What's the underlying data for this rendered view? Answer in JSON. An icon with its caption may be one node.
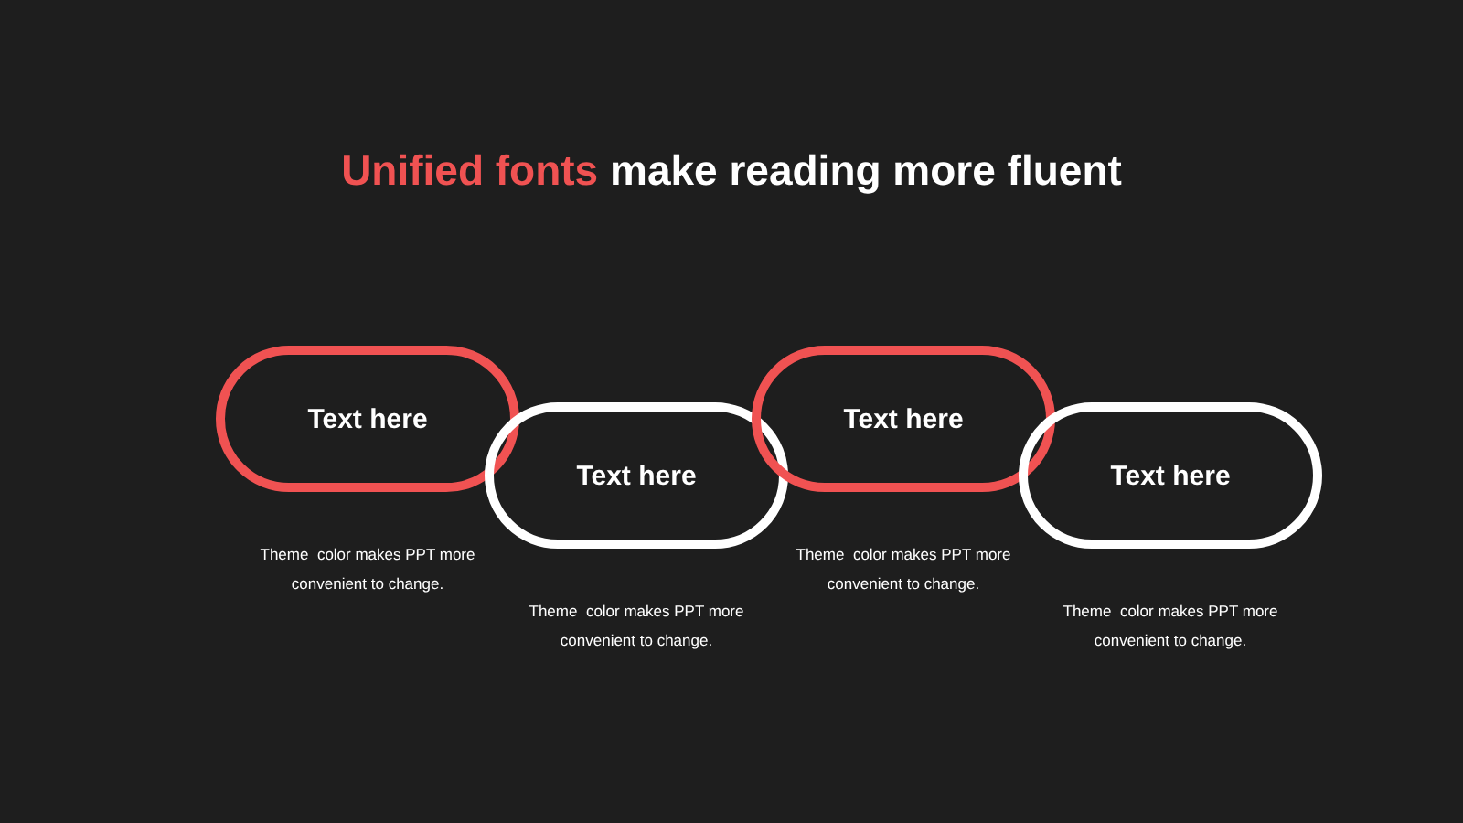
{
  "diagram": {
    "title": "**Unified fonts** make reading more fluent",
    "nodes": [
      {
        "text": [
          "Text here"
        ]
      },
      {
        "text": [
          "Text here"
        ]
      },
      {
        "text": [
          "Text here"
        ]
      },
      {
        "text": [
          "Text here"
        ]
      }
    ],
    "labels": [
      "Theme  color makes PPT more convenient to change.",
      "Theme  color makes PPT more convenient to change.",
      "Theme  color makes PPT more convenient to change.",
      "Theme  color makes PPT more convenient to change."
    ]
  }
}
